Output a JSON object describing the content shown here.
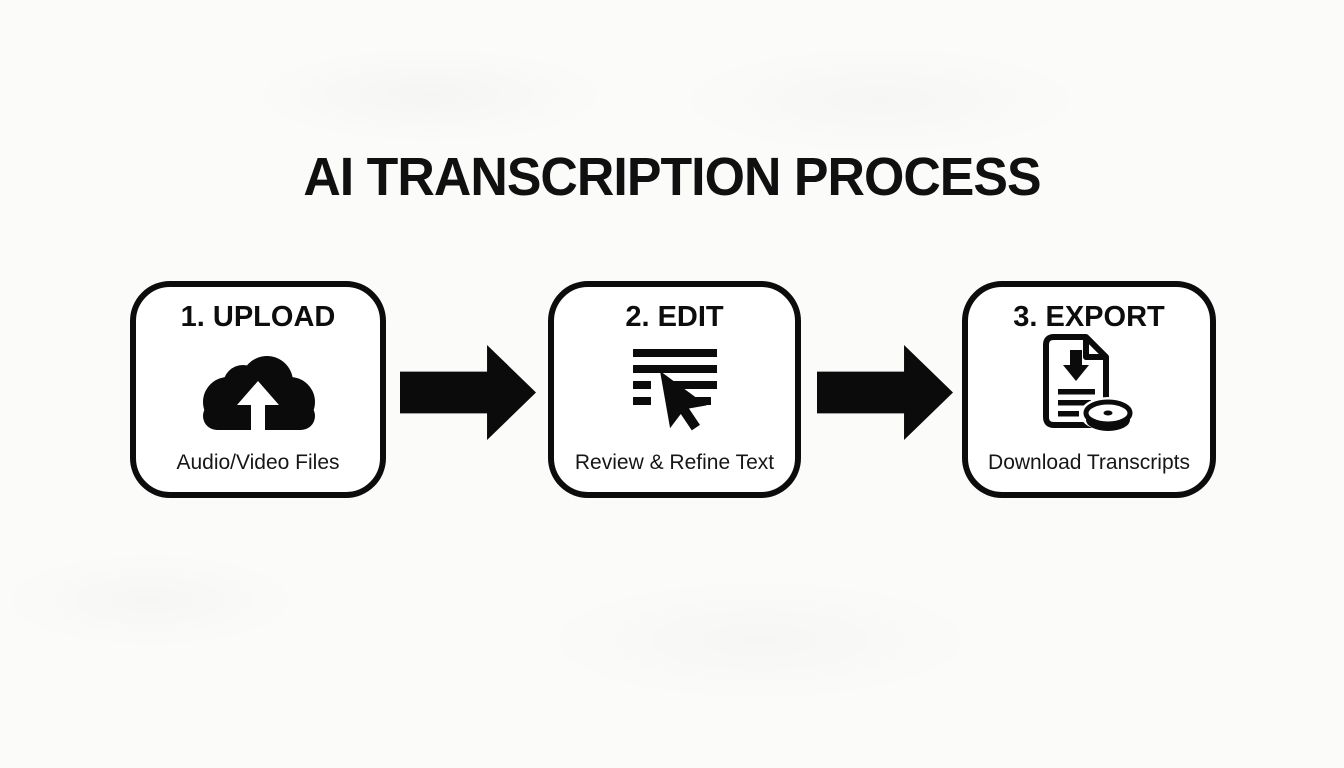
{
  "title": "AI TRANSCRIPTION PROCESS",
  "steps": [
    {
      "heading": "1. UPLOAD",
      "caption": "Audio/Video Files",
      "icon": "cloud-upload-icon"
    },
    {
      "heading": "2. EDIT",
      "caption": "Review & Refine Text",
      "icon": "text-select-cursor-icon"
    },
    {
      "heading": "3. EXPORT",
      "caption": "Download Transcripts",
      "icon": "document-download-disc-icon"
    }
  ],
  "connectors": [
    {
      "name": "flow-arrow-1",
      "direction": "right"
    },
    {
      "name": "flow-arrow-2",
      "direction": "right"
    }
  ],
  "colors": {
    "ink": "#0c0c0c",
    "background": "#fbfbfa",
    "box_background": "#ffffff"
  }
}
